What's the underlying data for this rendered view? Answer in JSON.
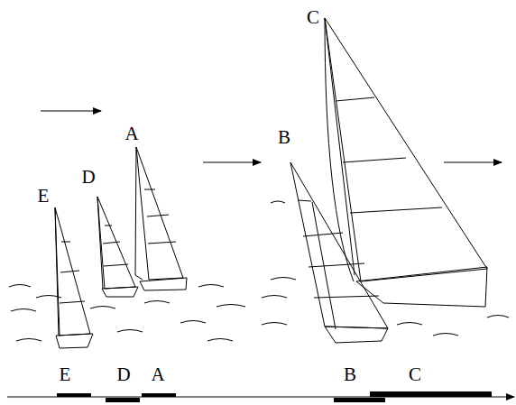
{
  "diagram": {
    "labels": [
      "C",
      "A",
      "B",
      "D",
      "E",
      "E",
      "D",
      "A",
      "B",
      "C"
    ]
  }
}
